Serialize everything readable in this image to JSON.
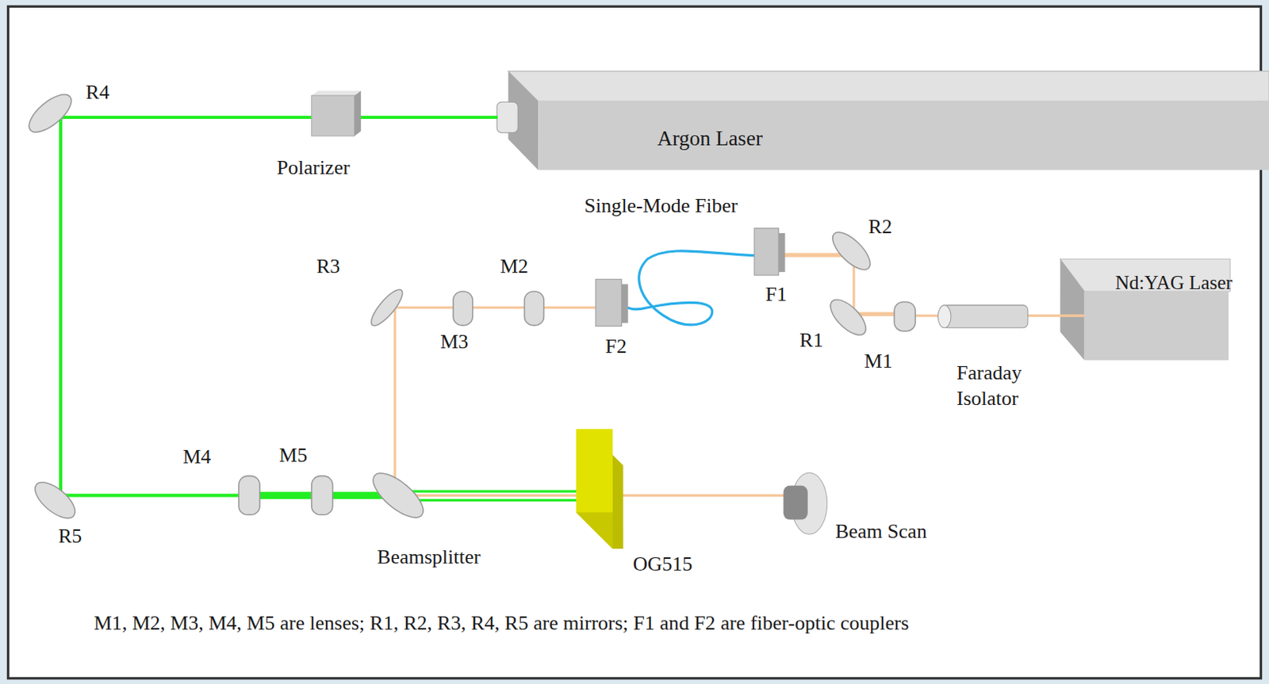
{
  "diagram": {
    "nodes": [
      {
        "text": [
          "Argon Laser"
        ]
      },
      {
        "text": [
          "Nd:YAG Laser"
        ]
      }
    ],
    "labels": [
      "R4",
      "Polarizer",
      "Single-Mode Fiber",
      "R2",
      "R3",
      "M2",
      "F1",
      "M3",
      "F2",
      "R1",
      "M1",
      "Faraday Isolator",
      "M4",
      "M5",
      "R5",
      "Beamsplitter",
      "OG515",
      "Beam Scan",
      "M1, M2, M3, M4, M5 are lenses; R1, R2, R3, R4, R5 are mirrors; F1 and F2 are fiber-optic couplers"
    ]
  }
}
